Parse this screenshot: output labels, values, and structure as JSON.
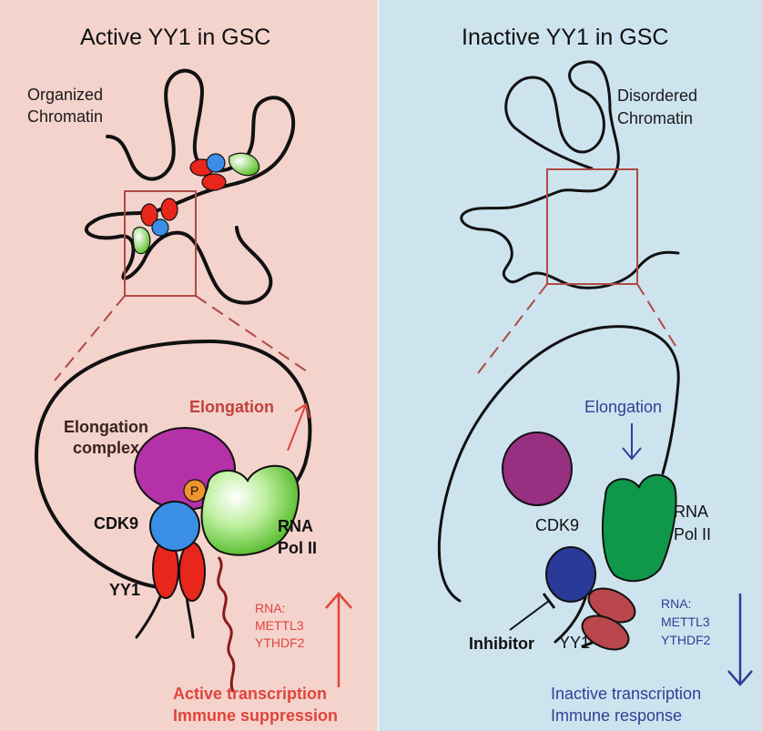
{
  "active": {
    "title": "Active YY1 in GSC",
    "chromatin_label_line1": "Organized",
    "chromatin_label_line2": "Chromatin",
    "elongation": "Elongation",
    "complex_line1": "Elongation",
    "complex_line2": "complex",
    "phospho": "P",
    "cdk9": "CDK9",
    "polii_line1": "RNA",
    "polii_line2": "Pol II",
    "yy1": "YY1",
    "rna_line1": "RNA:",
    "rna_line2": "METTL3",
    "rna_line3": "YTHDF2",
    "outcome_line1": "Active transcription",
    "outcome_line2": "Immune suppression"
  },
  "inactive": {
    "title": "Inactive YY1 in GSC",
    "chromatin_label_line1": "Disordered",
    "chromatin_label_line2": "Chromatin",
    "elongation": "Elongation",
    "cdk9": "CDK9",
    "polii_line1": "RNA",
    "polii_line2": "Pol II",
    "yy1": "YY1",
    "inhibitor": "Inhibitor",
    "rna_line1": "RNA:",
    "rna_line2": "METTL3",
    "rna_line3": "YTHDF2",
    "outcome_line1": "Inactive transcription",
    "outcome_line2": "Immune response"
  },
  "colors": {
    "left_bg": "#f4d3cd",
    "right_bg": "#cde4ef",
    "yy1_red": "#e8261c",
    "cdk9_blue": "#3a8ee6",
    "complex_magenta": "#b531a8",
    "polii_green": "#5cc02a",
    "phospho_orange": "#f0922e",
    "accent_red": "#e0443a",
    "accent_blue": "#2d3f96",
    "inactive_yy1": "#b8464a",
    "inactive_cdk9": "#2a3a98",
    "inactive_polii": "#10984a",
    "inactive_complex": "#973080"
  }
}
